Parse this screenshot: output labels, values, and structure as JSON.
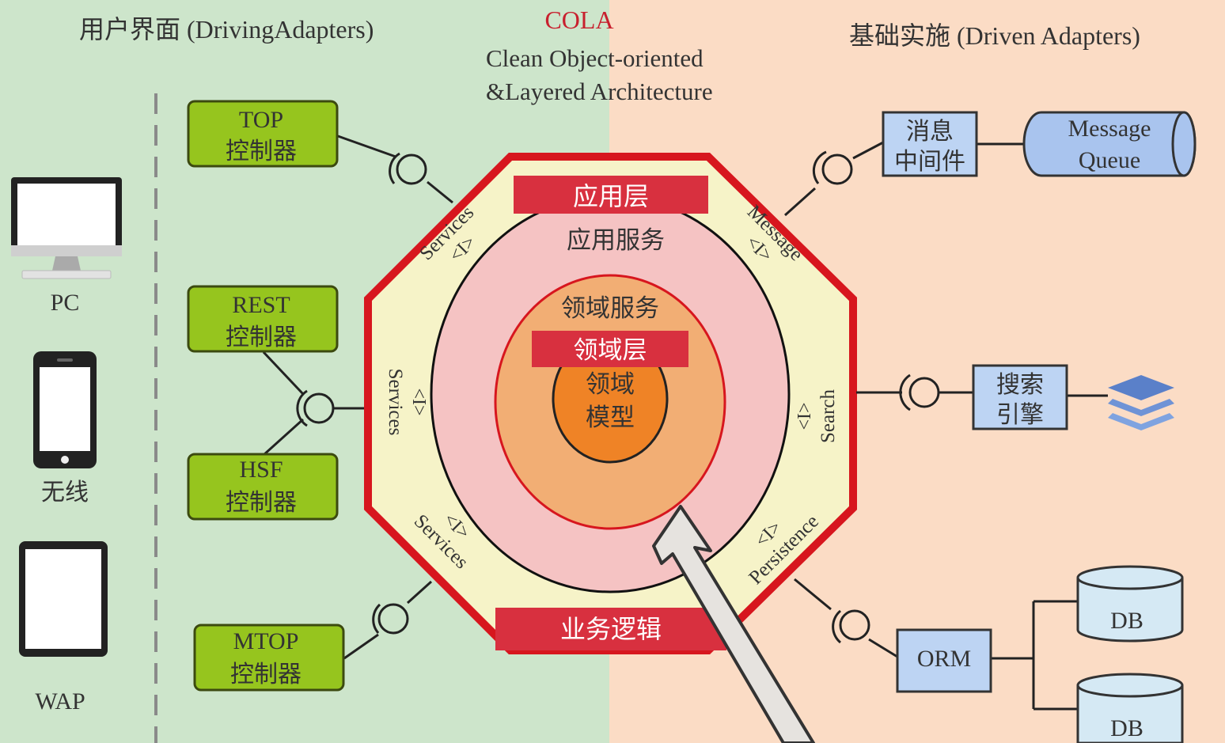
{
  "left_header": "用户界面 (DrivingAdapters)",
  "cola": {
    "title": "COLA",
    "subtitle_1": "Clean Object-oriented",
    "subtitle_2": "&Layered Architecture"
  },
  "right_header": "基础实施 (Driven Adapters)",
  "clients": {
    "pc": "PC",
    "wireless": "无线",
    "wap": "WAP"
  },
  "controllers": [
    {
      "line1": "TOP",
      "line2": "控制器"
    },
    {
      "line1": "REST",
      "line2": "控制器"
    },
    {
      "line1": "HSF",
      "line2": "控制器"
    },
    {
      "line1": "MTOP",
      "line2": "控制器"
    }
  ],
  "core": {
    "app_layer": "应用层",
    "app_service": "应用服务",
    "domain_service": "领域服务",
    "domain_layer": "领域层",
    "domain_model_1": "领域",
    "domain_model_2": "模型",
    "business_logic": "业务逻辑"
  },
  "ports": {
    "services_top": "Services",
    "services_mid": "Services",
    "services_bottom": "Services",
    "message": "Message",
    "search": "Search",
    "persistence": "Persistence",
    "interface_mark": "<I>"
  },
  "infra": {
    "mq_box_1": "消息",
    "mq_box_2": "中间件",
    "mq_1": "Message",
    "mq_2": "Queue",
    "search_box_1": "搜索",
    "search_box_2": "引擎",
    "orm": "ORM",
    "db_1": "DB",
    "db_2": "DB"
  },
  "colors": {
    "left_bg": "#cde5cb",
    "right_bg": "#fbdcc5",
    "octagon_border": "#d7161e",
    "octagon_fill": "#f6f3c8",
    "app_ring": "#f5c3c3",
    "domain_ring": "#f2ae74",
    "domain_core": "#ef8326",
    "controller": "#96c51e",
    "infra_box": "#bdd4f3",
    "queue": "#a9c4ee",
    "db": "#d5e9f4",
    "red_label": "#d8303f"
  }
}
